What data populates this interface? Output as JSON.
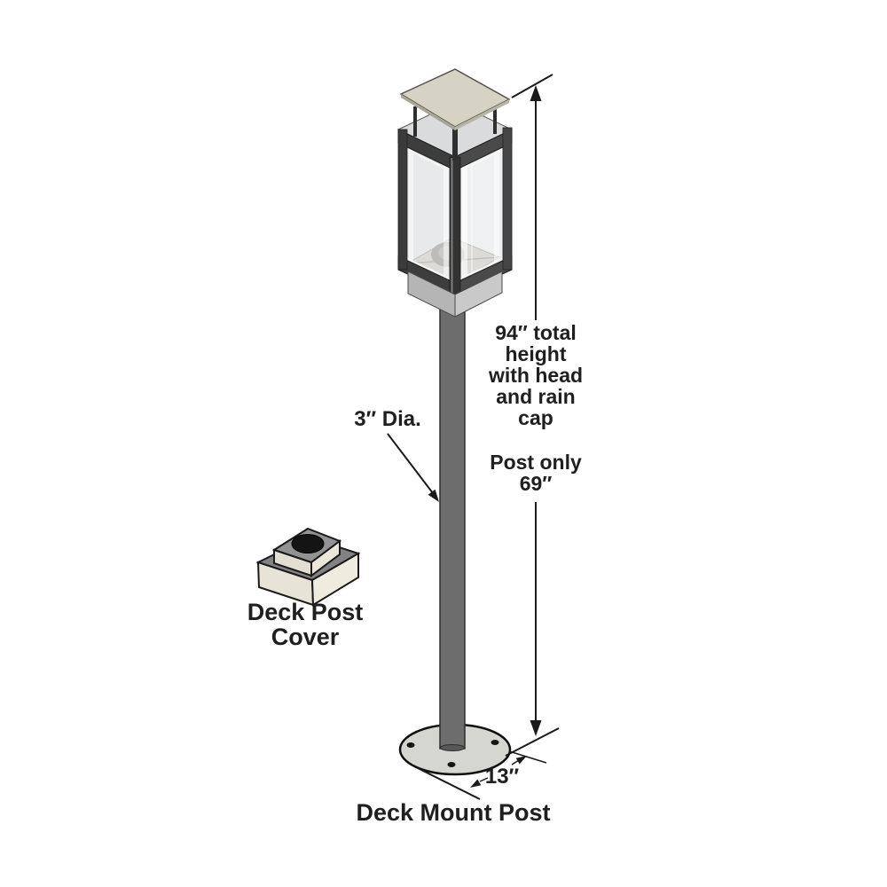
{
  "figure": {
    "product_label": "Deck Mount Post",
    "cover_label_lines": [
      "Deck Post",
      "Cover"
    ],
    "total_height_lines": [
      "94″ total",
      "height",
      "with head",
      "and rain",
      "cap"
    ],
    "post_only_lines": [
      "Post only",
      "69″"
    ],
    "pole_diameter_label": "3″ Dia.",
    "base_diameter_label": "13″"
  },
  "colors": {
    "ink": "#1a1a1a",
    "text": "#1f1f1f",
    "rain_cap": "#d6d2c4",
    "cap_underside": "#a8a59a",
    "frame": "#3d3d3d",
    "glass_left": "#e7e9ea",
    "glass_right": "#eff0f1",
    "lamp_platform": "#dcdbd8",
    "bulb": "#bdbcba",
    "pole": "#6d6d6d",
    "base_plate": "#d6d6d1",
    "fitter_left": "#b5b5b5",
    "fitter_right": "#c9c9c9",
    "cover_top_lower": "#828282",
    "cover_top_upper": "#929292",
    "cover_side_left": "#e7e4d7",
    "cover_side_right": "#efecdf",
    "hole": "#141414"
  }
}
